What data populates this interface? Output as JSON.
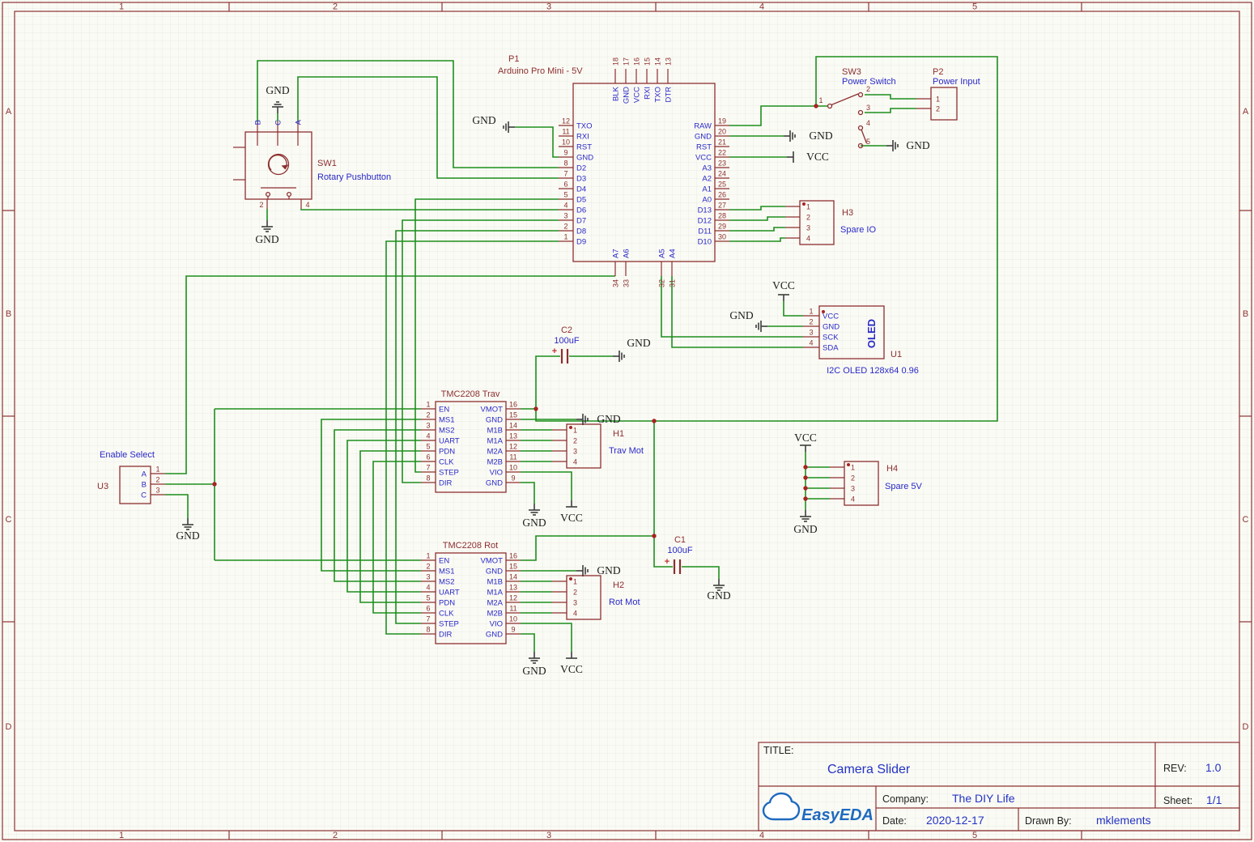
{
  "nets": {
    "gnd": "GND",
    "vcc": "VCC"
  },
  "caps_plus": "+",
  "frame": {
    "cols": [
      "1",
      "2",
      "3",
      "4",
      "5"
    ],
    "rows": [
      "A",
      "B",
      "C",
      "D"
    ]
  },
  "arduino": {
    "ref": "P1",
    "name": "Arduino Pro Mini - 5V",
    "left": [
      {
        "num": "12",
        "name": "TXO"
      },
      {
        "num": "11",
        "name": "RXI"
      },
      {
        "num": "10",
        "name": "RST"
      },
      {
        "num": "9",
        "name": "GND"
      },
      {
        "num": "8",
        "name": "D2"
      },
      {
        "num": "7",
        "name": "D3"
      },
      {
        "num": "6",
        "name": "D4"
      },
      {
        "num": "5",
        "name": "D5"
      },
      {
        "num": "4",
        "name": "D6"
      },
      {
        "num": "3",
        "name": "D7"
      },
      {
        "num": "2",
        "name": "D8"
      },
      {
        "num": "1",
        "name": "D9"
      }
    ],
    "right": [
      {
        "num": "19",
        "name": "RAW"
      },
      {
        "num": "20",
        "name": "GND"
      },
      {
        "num": "21",
        "name": "RST"
      },
      {
        "num": "22",
        "name": "VCC"
      },
      {
        "num": "23",
        "name": "A3"
      },
      {
        "num": "24",
        "name": "A2"
      },
      {
        "num": "25",
        "name": "A1"
      },
      {
        "num": "26",
        "name": "A0"
      },
      {
        "num": "27",
        "name": "D13"
      },
      {
        "num": "28",
        "name": "D12"
      },
      {
        "num": "29",
        "name": "D11"
      },
      {
        "num": "30",
        "name": "D10"
      }
    ],
    "top": [
      {
        "num": "18",
        "name": "BLK"
      },
      {
        "num": "17",
        "name": "GND"
      },
      {
        "num": "16",
        "name": "VCC"
      },
      {
        "num": "15",
        "name": "RXI"
      },
      {
        "num": "14",
        "name": "TXO"
      },
      {
        "num": "13",
        "name": "DTR"
      }
    ],
    "bottom": [
      {
        "num": "34",
        "name": "A7"
      },
      {
        "num": "33",
        "name": "A6"
      },
      {
        "num": "32",
        "name": "A5"
      },
      {
        "num": "31",
        "name": "A4"
      }
    ]
  },
  "sw1": {
    "ref": "SW1",
    "name": "Rotary Pushbutton",
    "top_pins": [
      "B",
      "C",
      "A"
    ],
    "bottom_pins": [
      "2",
      "4"
    ]
  },
  "sw3": {
    "ref": "SW3",
    "name": "Power Switch",
    "pins": [
      "1",
      "2",
      "3",
      "4",
      "5"
    ]
  },
  "p2": {
    "ref": "P2",
    "name": "Power Input",
    "pins": [
      "1",
      "2"
    ]
  },
  "h1": {
    "ref": "H1",
    "name": "Trav Mot",
    "pins": [
      "1",
      "2",
      "3",
      "4"
    ]
  },
  "h2": {
    "ref": "H2",
    "name": "Rot Mot",
    "pins": [
      "1",
      "2",
      "3",
      "4"
    ]
  },
  "h3": {
    "ref": "H3",
    "name": "Spare IO",
    "pins": [
      "1",
      "2",
      "3",
      "4"
    ]
  },
  "h4": {
    "ref": "H4",
    "name": "Spare 5V",
    "pins": [
      "1",
      "2",
      "3",
      "4"
    ]
  },
  "u1": {
    "ref": "U1",
    "name": "I2C OLED 128x64 0.96",
    "body": "OLED",
    "pins": [
      {
        "num": "1",
        "name": "VCC"
      },
      {
        "num": "2",
        "name": "GND"
      },
      {
        "num": "3",
        "name": "SCK"
      },
      {
        "num": "4",
        "name": "SDA"
      }
    ]
  },
  "u3": {
    "ref": "U3",
    "name": "Enable Select",
    "letters": [
      "A",
      "B",
      "C"
    ],
    "nums": [
      "1",
      "2",
      "3"
    ]
  },
  "c1": {
    "ref": "C1",
    "value": "100uF"
  },
  "c2": {
    "ref": "C2",
    "value": "100uF"
  },
  "tmc_trav": {
    "title": "TMC2208 Trav",
    "left": [
      {
        "num": "1",
        "name": "EN"
      },
      {
        "num": "2",
        "name": "MS1"
      },
      {
        "num": "3",
        "name": "MS2"
      },
      {
        "num": "4",
        "name": "UART"
      },
      {
        "num": "5",
        "name": "PDN"
      },
      {
        "num": "6",
        "name": "CLK"
      },
      {
        "num": "7",
        "name": "STEP"
      },
      {
        "num": "8",
        "name": "DIR"
      }
    ],
    "right": [
      {
        "num": "16",
        "name": "VMOT"
      },
      {
        "num": "15",
        "name": "GND"
      },
      {
        "num": "14",
        "name": "M1B"
      },
      {
        "num": "13",
        "name": "M1A"
      },
      {
        "num": "12",
        "name": "M2A"
      },
      {
        "num": "11",
        "name": "M2B"
      },
      {
        "num": "10",
        "name": "VIO"
      },
      {
        "num": "9",
        "name": "GND"
      }
    ]
  },
  "tmc_rot": {
    "title": "TMC2208 Rot",
    "left": [
      {
        "num": "1",
        "name": "EN"
      },
      {
        "num": "2",
        "name": "MS1"
      },
      {
        "num": "3",
        "name": "MS2"
      },
      {
        "num": "4",
        "name": "UART"
      },
      {
        "num": "5",
        "name": "PDN"
      },
      {
        "num": "6",
        "name": "CLK"
      },
      {
        "num": "7",
        "name": "STEP"
      },
      {
        "num": "8",
        "name": "DIR"
      }
    ],
    "right": [
      {
        "num": "16",
        "name": "VMOT"
      },
      {
        "num": "15",
        "name": "GND"
      },
      {
        "num": "14",
        "name": "M1B"
      },
      {
        "num": "13",
        "name": "M1A"
      },
      {
        "num": "12",
        "name": "M2A"
      },
      {
        "num": "11",
        "name": "M2B"
      },
      {
        "num": "10",
        "name": "VIO"
      },
      {
        "num": "9",
        "name": "GND"
      }
    ]
  },
  "title_block": {
    "title_label": "TITLE:",
    "title": "Camera Slider",
    "rev_label": "REV:",
    "rev": "1.0",
    "company_label": "Company:",
    "company": "The DIY Life",
    "sheet_label": "Sheet:",
    "sheet": "1/1",
    "date_label": "Date:",
    "date": "2020-12-17",
    "drawn_label": "Drawn By:",
    "drawn": "mklements",
    "logo": "EasyEDA"
  }
}
